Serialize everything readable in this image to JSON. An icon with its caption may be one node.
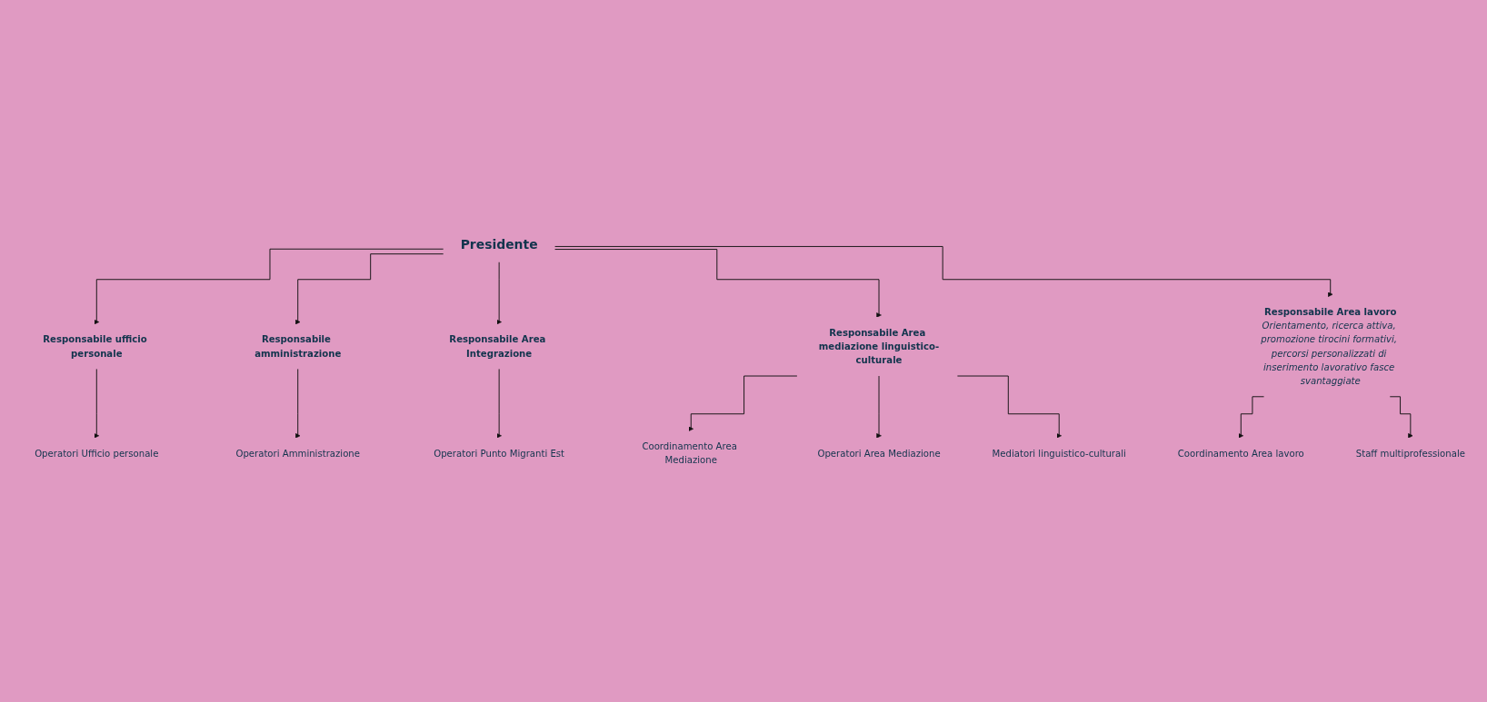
{
  "diagram": {
    "nodes": [
      {
        "text": [
          "Presidente"
        ]
      },
      {
        "text": [
          "Responsabile ufficio personale"
        ]
      },
      {
        "text": [
          "Responsabile amministrazione"
        ]
      },
      {
        "text": [
          "Responsabile Area Integrazione"
        ]
      },
      {
        "text": [
          "Responsabile Area mediazione linguistico-culturale"
        ]
      },
      {
        "text": [
          "Responsabile Area lavoro",
          "Orientamento, ricerca attiva, promozione tirocini formativi, percorsi personalizzati di inserimento lavorativo fasce svantaggiate"
        ]
      },
      {
        "text": [
          "Operatori Ufficio personale"
        ]
      },
      {
        "text": [
          "Operatori Amministrazione"
        ]
      },
      {
        "text": [
          "Operatori Punto Migranti Est"
        ]
      },
      {
        "text": [
          "Coordinamento Area Mediazione"
        ]
      },
      {
        "text": [
          "Operatori Area Mediazione"
        ]
      },
      {
        "text": [
          "Mediatori linguistico-culturali"
        ]
      },
      {
        "text": [
          "Coordinamento Area lavoro"
        ]
      },
      {
        "text": [
          "Staff multiprofessionale"
        ]
      }
    ],
    "edges": [
      {
        "from": 0,
        "to": 1,
        "arrow": "to"
      },
      {
        "from": 0,
        "to": 2,
        "arrow": "to"
      },
      {
        "from": 0,
        "to": 3,
        "arrow": "to"
      },
      {
        "from": 0,
        "to": 4,
        "arrow": "to"
      },
      {
        "from": 0,
        "to": 5,
        "arrow": "to"
      },
      {
        "from": 1,
        "to": 6,
        "arrow": "to"
      },
      {
        "from": 2,
        "to": 7,
        "arrow": "to"
      },
      {
        "from": 3,
        "to": 8,
        "arrow": "to"
      },
      {
        "from": 4,
        "to": 9,
        "arrow": "to"
      },
      {
        "from": 4,
        "to": 10,
        "arrow": "to"
      },
      {
        "from": 4,
        "to": 11,
        "arrow": "to"
      },
      {
        "from": 5,
        "to": 12,
        "arrow": "to"
      },
      {
        "from": 5,
        "to": 13,
        "arrow": "to"
      }
    ]
  }
}
